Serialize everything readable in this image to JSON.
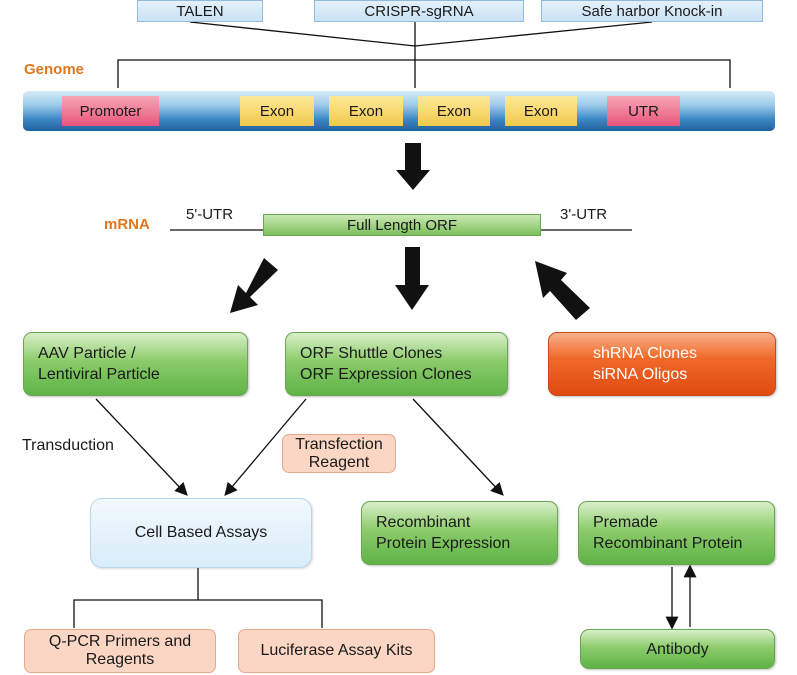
{
  "tools": [
    "TALEN",
    "CRISPR-sgRNA",
    "Safe harbor Knock-in"
  ],
  "genome": {
    "label": "Genome",
    "segments": [
      "Promoter",
      "Exon",
      "Exon",
      "Exon",
      "Exon",
      "UTR"
    ]
  },
  "mrna": {
    "label": "mRNA",
    "utr5": "5'-UTR",
    "orf": "Full Length ORF",
    "utr3": "3'-UTR"
  },
  "products": {
    "aav": [
      "AAV Particle /",
      "Lentiviral Particle"
    ],
    "orf_clones": [
      "ORF Shuttle Clones",
      "ORF Expression Clones"
    ],
    "shrna": [
      "shRNA Clones",
      "siRNA Oligos"
    ]
  },
  "transduction": "Transduction",
  "transfection": [
    "Transfection",
    "Reagent"
  ],
  "cell_assays": "Cell Based Assays",
  "recombinant": [
    "Recombinant",
    "Protein Expression"
  ],
  "premade": [
    "Premade",
    "Recombinant Protein"
  ],
  "qpcr": [
    "Q-PCR Primers and",
    "Reagents"
  ],
  "luciferase": "Luciferase Assay Kits",
  "antibody": "Antibody",
  "colors": {
    "green": "#5fb347",
    "red_orange": "#e04a10",
    "peach": "#fbd6c4",
    "light_blue": "#d8ecf9",
    "orange_label": "#e2771c",
    "genome_blue": "#1f5f9d"
  }
}
